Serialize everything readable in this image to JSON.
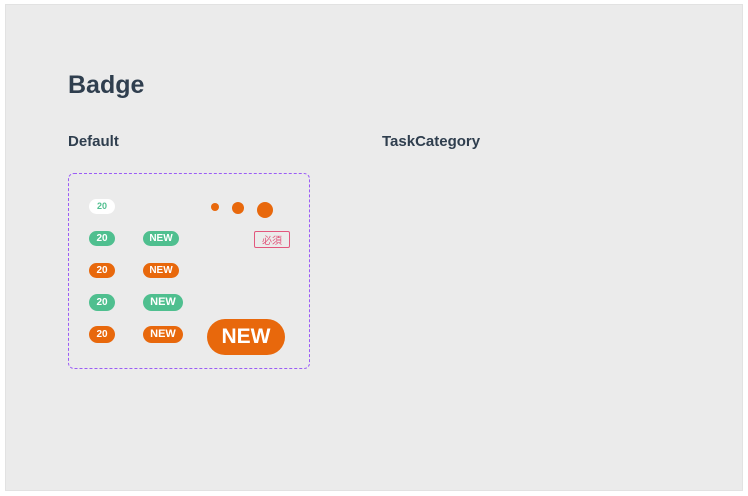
{
  "page": {
    "title": "Badge"
  },
  "sections": {
    "default_title": "Default",
    "taskcategory_title": "TaskCategory"
  },
  "colors": {
    "green": "#4fbf8f",
    "orange": "#e8680c",
    "pink": "#e2577d",
    "text": "#2f3e4e",
    "dashed_border": "#9b5cf6"
  },
  "badges": {
    "count_outline": "20",
    "count_green_sm": "20",
    "new_green_sm": "NEW",
    "required": "必須",
    "count_orange_sm": "20",
    "new_orange_sm": "NEW",
    "count_green_md": "20",
    "new_green_md": "NEW",
    "count_orange_md": "20",
    "new_orange_md": "NEW",
    "new_orange_lg": "NEW"
  }
}
